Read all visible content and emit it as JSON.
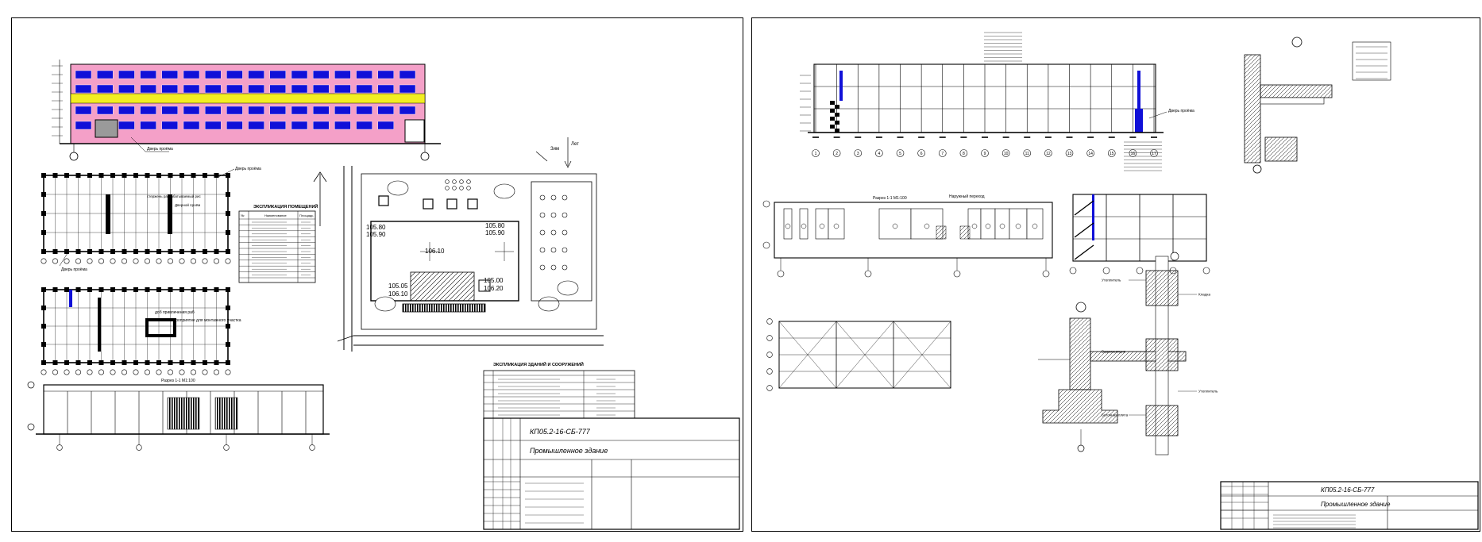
{
  "colors": {
    "wall_pink": "#f4a0c8",
    "band_yellow": "#f2ee22",
    "window_blue": "#1010d8",
    "line": "#000000",
    "door_gray": "#9a9a9a"
  },
  "left_sheet": {
    "facade_door_label": "Дверь проёма",
    "plan1_door_label": "Дверь проёма",
    "plan1_center_label": "стержень разрабатываемый рис",
    "plan1_note_label": "Дверной проём",
    "plan2_label_a": "доб привлечения раб",
    "plan2_label_b": "мероприятие для монтажного участка",
    "section_title": "Разрез 1-1 М1:100",
    "north_label_a": "Зим",
    "north_label_b": "Лет",
    "site_elevations": [
      "105.80",
      "105.90",
      "105.80",
      "105.90",
      "106.10",
      "105.05",
      "106.10",
      "105.00",
      "106.20"
    ],
    "rooms_table": {
      "title": "ЭКСПЛИКАЦИЯ ПОМЕЩЕНИЙ",
      "headers": [
        "№",
        "Наименование",
        "Площадь"
      ],
      "row_count": 10
    },
    "buildings_table": {
      "title": "ЭКСПЛИКАЦИЯ ЗДАНИЙ И СООРУЖЕНИЙ",
      "row_count": 6
    },
    "title_block": {
      "code": "КП05.2-16-СБ-777",
      "name": "Промышленное здание"
    }
  },
  "right_sheet": {
    "cut_label": "Разрез 1-1 М1:100",
    "corridor_label": "Наружный переход",
    "door_label": "Дверь проёма",
    "detail_labels": [
      "Утеплитель",
      "Кладка",
      "Водоизоляция",
      "Утеплитель",
      "Бетонная плита"
    ],
    "axis_numbers": [
      "1",
      "2",
      "3",
      "4",
      "5",
      "6",
      "7",
      "8",
      "9",
      "10",
      "11",
      "12",
      "13",
      "14",
      "15",
      "16",
      "17"
    ],
    "title_block": {
      "code": "КП05.2-16-СБ-777",
      "name": "Промышленное здание"
    }
  }
}
